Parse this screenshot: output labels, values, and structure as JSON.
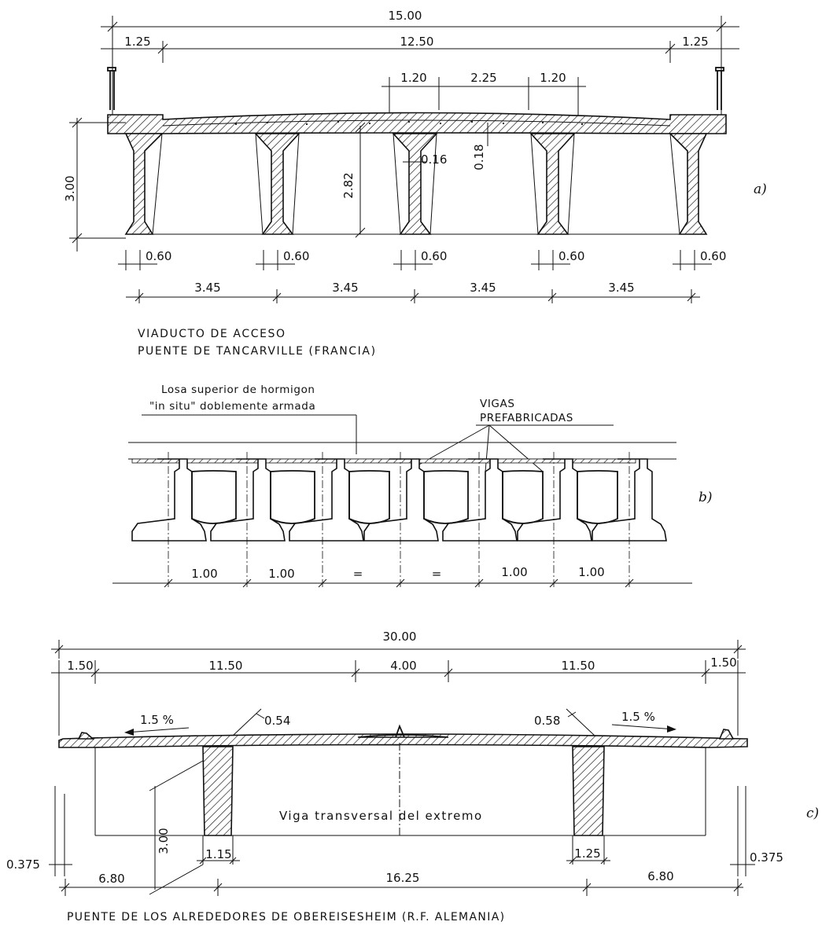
{
  "figure_a": {
    "tag": "a)",
    "caption_line1": "VIADUCTO DE ACCESO",
    "caption_line2": "PUENTE DE TANCARVILLE  (FRANCIA)",
    "dim_total": "15.00",
    "dim_side_left": "1.25",
    "dim_side_right": "1.25",
    "dim_roadway": "12.50",
    "dim_crown_left": "1.20",
    "dim_crown_center": "2.25",
    "dim_crown_right": "1.20",
    "dim_height": "3.00",
    "dim_inner_height": "2.82",
    "dim_web": "0.16",
    "dim_slab": "0.18",
    "dim_flange": "0.60",
    "dim_spacing": "3.45"
  },
  "figure_b": {
    "tag": "b)",
    "note_slab_line1": "Losa superior de hormigon",
    "note_slab_line2": "\"in situ\" doblemente armada",
    "note_beams_line1": "VIGAS",
    "note_beams_line2": "PREFABRICADAS",
    "dim_unit": "1.00",
    "dim_equal": "="
  },
  "figure_c": {
    "tag": "c)",
    "caption": "PUENTE DE LOS ALREDEDORES DE OBEREISESHEIM (R.F. ALEMANIA)",
    "dim_total": "30.00",
    "dim_edge_left": "1.50",
    "dim_edge_right": "1.50",
    "dim_lane_left": "11.50",
    "dim_lane_right": "11.50",
    "dim_median": "4.00",
    "slope_left": "1.5 %",
    "slope_right": "1.5 %",
    "dim_slab_left": "0.54",
    "dim_slab_right": "0.58",
    "dim_height": "3.00",
    "dim_web_left": "1.15",
    "dim_web_right": "1.25",
    "dim_curb_left": "0.375",
    "dim_curb_right": "0.375",
    "dim_overhang_left": "6.80",
    "dim_overhang_right": "6.80",
    "dim_main_span": "16.25",
    "note_crossbeam": "Viga transversal del extremo"
  }
}
